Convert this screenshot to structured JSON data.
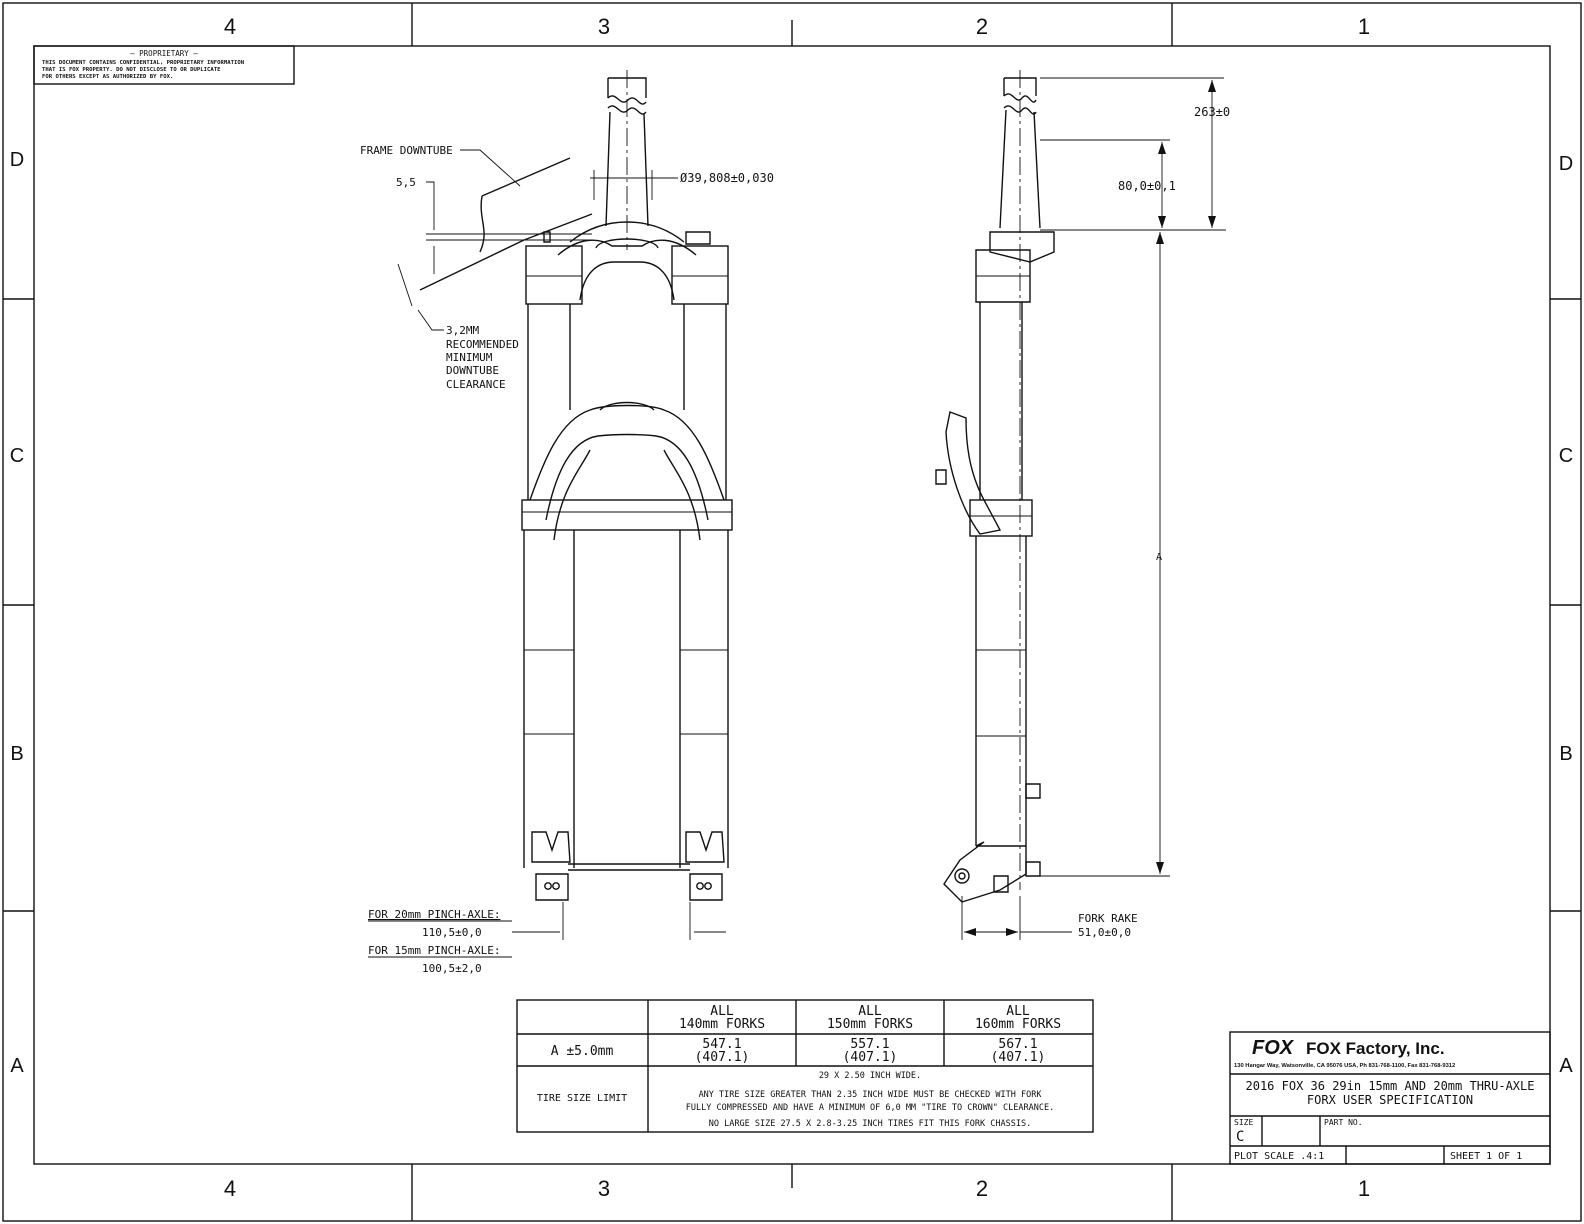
{
  "border": {
    "cols": [
      "4",
      "3",
      "2",
      "1"
    ],
    "rows": [
      "D",
      "C",
      "B",
      "A"
    ]
  },
  "proprietary": {
    "title": "— PROPRIETARY —",
    "lines": [
      "THIS DOCUMENT CONTAINS CONFIDENTIAL, PROPRIETARY INFORMATION",
      "THAT IS FOX PROPERTY.  DO NOT DISCLOSE TO OR DUPLICATE",
      "FOR OTHERS EXCEPT AS AUTHORIZED BY FOX."
    ]
  },
  "front_view": {
    "frame_downtube": "FRAME DOWNTUBE",
    "offset_dim": "5,5",
    "steerer_dia": "Ø39,808±0,030",
    "clearance_lines": [
      "3,2MM",
      "RECOMMENDED",
      "MINIMUM",
      "DOWNTUBE",
      "CLEARANCE"
    ],
    "axle_20_label": "FOR 20mm PINCH-AXLE:",
    "axle_20_value": "110,5±0,0",
    "axle_15_label": "FOR 15mm PINCH-AXLE:",
    "axle_15_value": "100,5±2,0"
  },
  "side_view": {
    "steerer_length": "263±0",
    "taper_length": "80,0±0,1",
    "axle_to_crown": "A",
    "fork_rake_label": "FORK RAKE",
    "fork_rake_value": "51,0±0,0"
  },
  "spec_table": {
    "col_headers": [
      {
        "top": "ALL",
        "bottom": "140mm FORKS"
      },
      {
        "top": "ALL",
        "bottom": "150mm FORKS"
      },
      {
        "top": "ALL",
        "bottom": "160mm FORKS"
      }
    ],
    "row_a_label": "A ±5.0mm",
    "row_a_values": [
      {
        "top": "547.1",
        "bottom": "(407.1)"
      },
      {
        "top": "557.1",
        "bottom": "(407.1)"
      },
      {
        "top": "567.1",
        "bottom": "(407.1)"
      }
    ],
    "tire_label": "TIRE SIZE LIMIT",
    "tire_lines": [
      "29 X 2.50 INCH WIDE.",
      "ANY TIRE SIZE GREATER THAN 2.35 INCH WIDE MUST BE CHECKED WITH FORK",
      "FULLY COMPRESSED AND HAVE A MINIMUM OF 6,0 MM \"TIRE TO CROWN\" CLEARANCE.",
      "NO LARGE SIZE 27.5 X 2.8-3.25 INCH TIRES FIT THIS FORK CHASSIS."
    ]
  },
  "title_block": {
    "logo_text": "FOX",
    "company": "FOX Factory, Inc.",
    "address": "130 Hangar Way, Watsonville, CA 95076 USA, Ph 831-768-1100, Fax 831-768-9312",
    "title_line1": "2016 FOX 36 29in 15mm AND 20mm THRU-AXLE",
    "title_line2": "FORX USER SPECIFICATION",
    "size_label": "SIZE",
    "size_value": "C",
    "part_no_label": "PART NO.",
    "plot_scale": "PLOT SCALE  .4:1",
    "sheet": "SHEET 1 OF 1"
  }
}
